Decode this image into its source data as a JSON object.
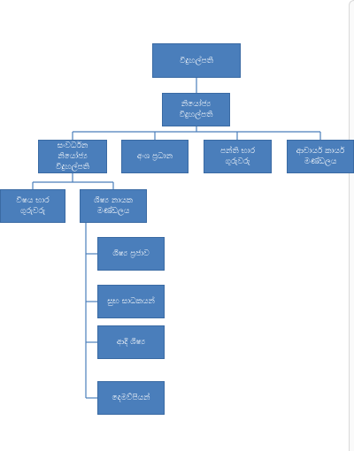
{
  "org_chart": {
    "root": {
      "label": "විදුහල්පති"
    },
    "deputy": {
      "label": "නියෝජ්‍ය විදුහල්පති"
    },
    "level2": [
      {
        "id": "dev-deputy",
        "label": "සංවර්ධන නියෝජ්‍ය විදුහල්පති"
      },
      {
        "id": "section-heads",
        "label": "අංශ ප්‍රධාන"
      },
      {
        "id": "class-teachers",
        "label": "පන්ති භාර ගුරුවරු"
      },
      {
        "id": "academic-board",
        "label": "ආචාර්ය කාර්ය මණ්ඩලය"
      }
    ],
    "level3": [
      {
        "id": "subject-teachers",
        "label": "විෂය භාර ගුරුවරු"
      },
      {
        "id": "student-leaders",
        "label": "ශිෂ්‍ය නායක මණ්ඩලය"
      }
    ],
    "level4": [
      {
        "id": "student-council",
        "label": "ශිෂ්‍ය ප්‍රජාව"
      },
      {
        "id": "welfare",
        "label": "සුභ සාධකයන්"
      },
      {
        "id": "alumni",
        "label": "ආදි ශිෂ්‍ය"
      },
      {
        "id": "parents",
        "label": "දෙමව්පියන්"
      }
    ]
  },
  "colors": {
    "box_fill": "#4a7ebb",
    "box_border": "#3a6aa3",
    "connector": "#4a7ebb",
    "text": "#ffffff"
  }
}
